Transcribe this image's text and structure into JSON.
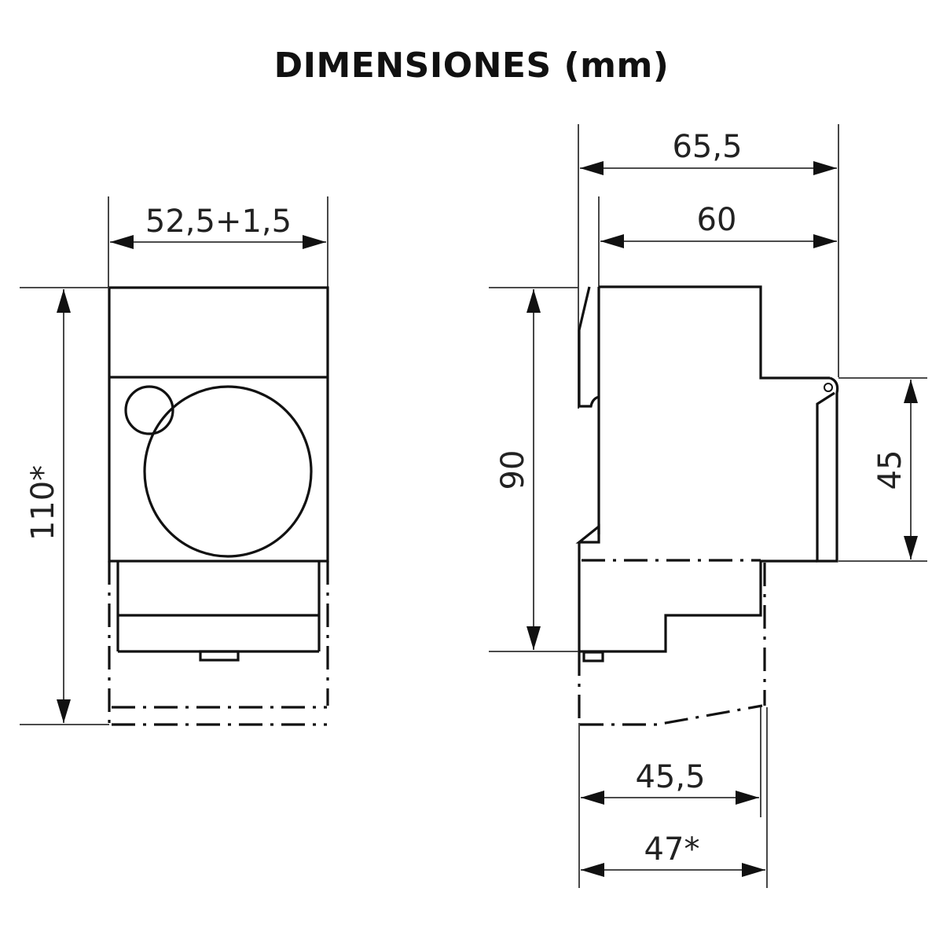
{
  "title": "DIMENSIONES (mm)",
  "front_view": {
    "width_label": "52,5+1,5",
    "height_label": "110*"
  },
  "side_view": {
    "overall_depth_label": "65,5",
    "body_depth_label": "60",
    "height_label": "90",
    "front_height_label": "45",
    "base_depth_label": "45,5",
    "base_depth_max_label": "47*"
  },
  "colors": {
    "line": "#111111",
    "background": "#ffffff"
  }
}
